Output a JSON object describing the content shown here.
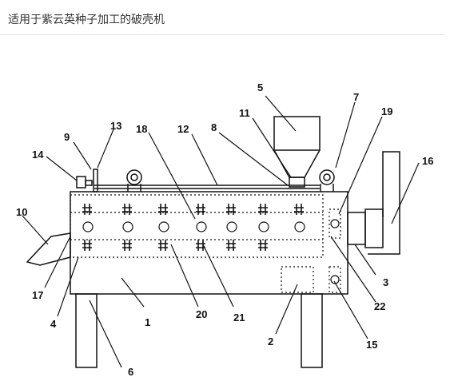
{
  "page": {
    "title": "适用于紫云英种子加工的破壳机"
  },
  "diagram": {
    "labels": [
      "1",
      "2",
      "3",
      "4",
      "5",
      "6",
      "7",
      "8",
      "9",
      "10",
      "11",
      "12",
      "13",
      "14",
      "15",
      "16",
      "17",
      "18",
      "19",
      "20",
      "21",
      "22"
    ]
  }
}
